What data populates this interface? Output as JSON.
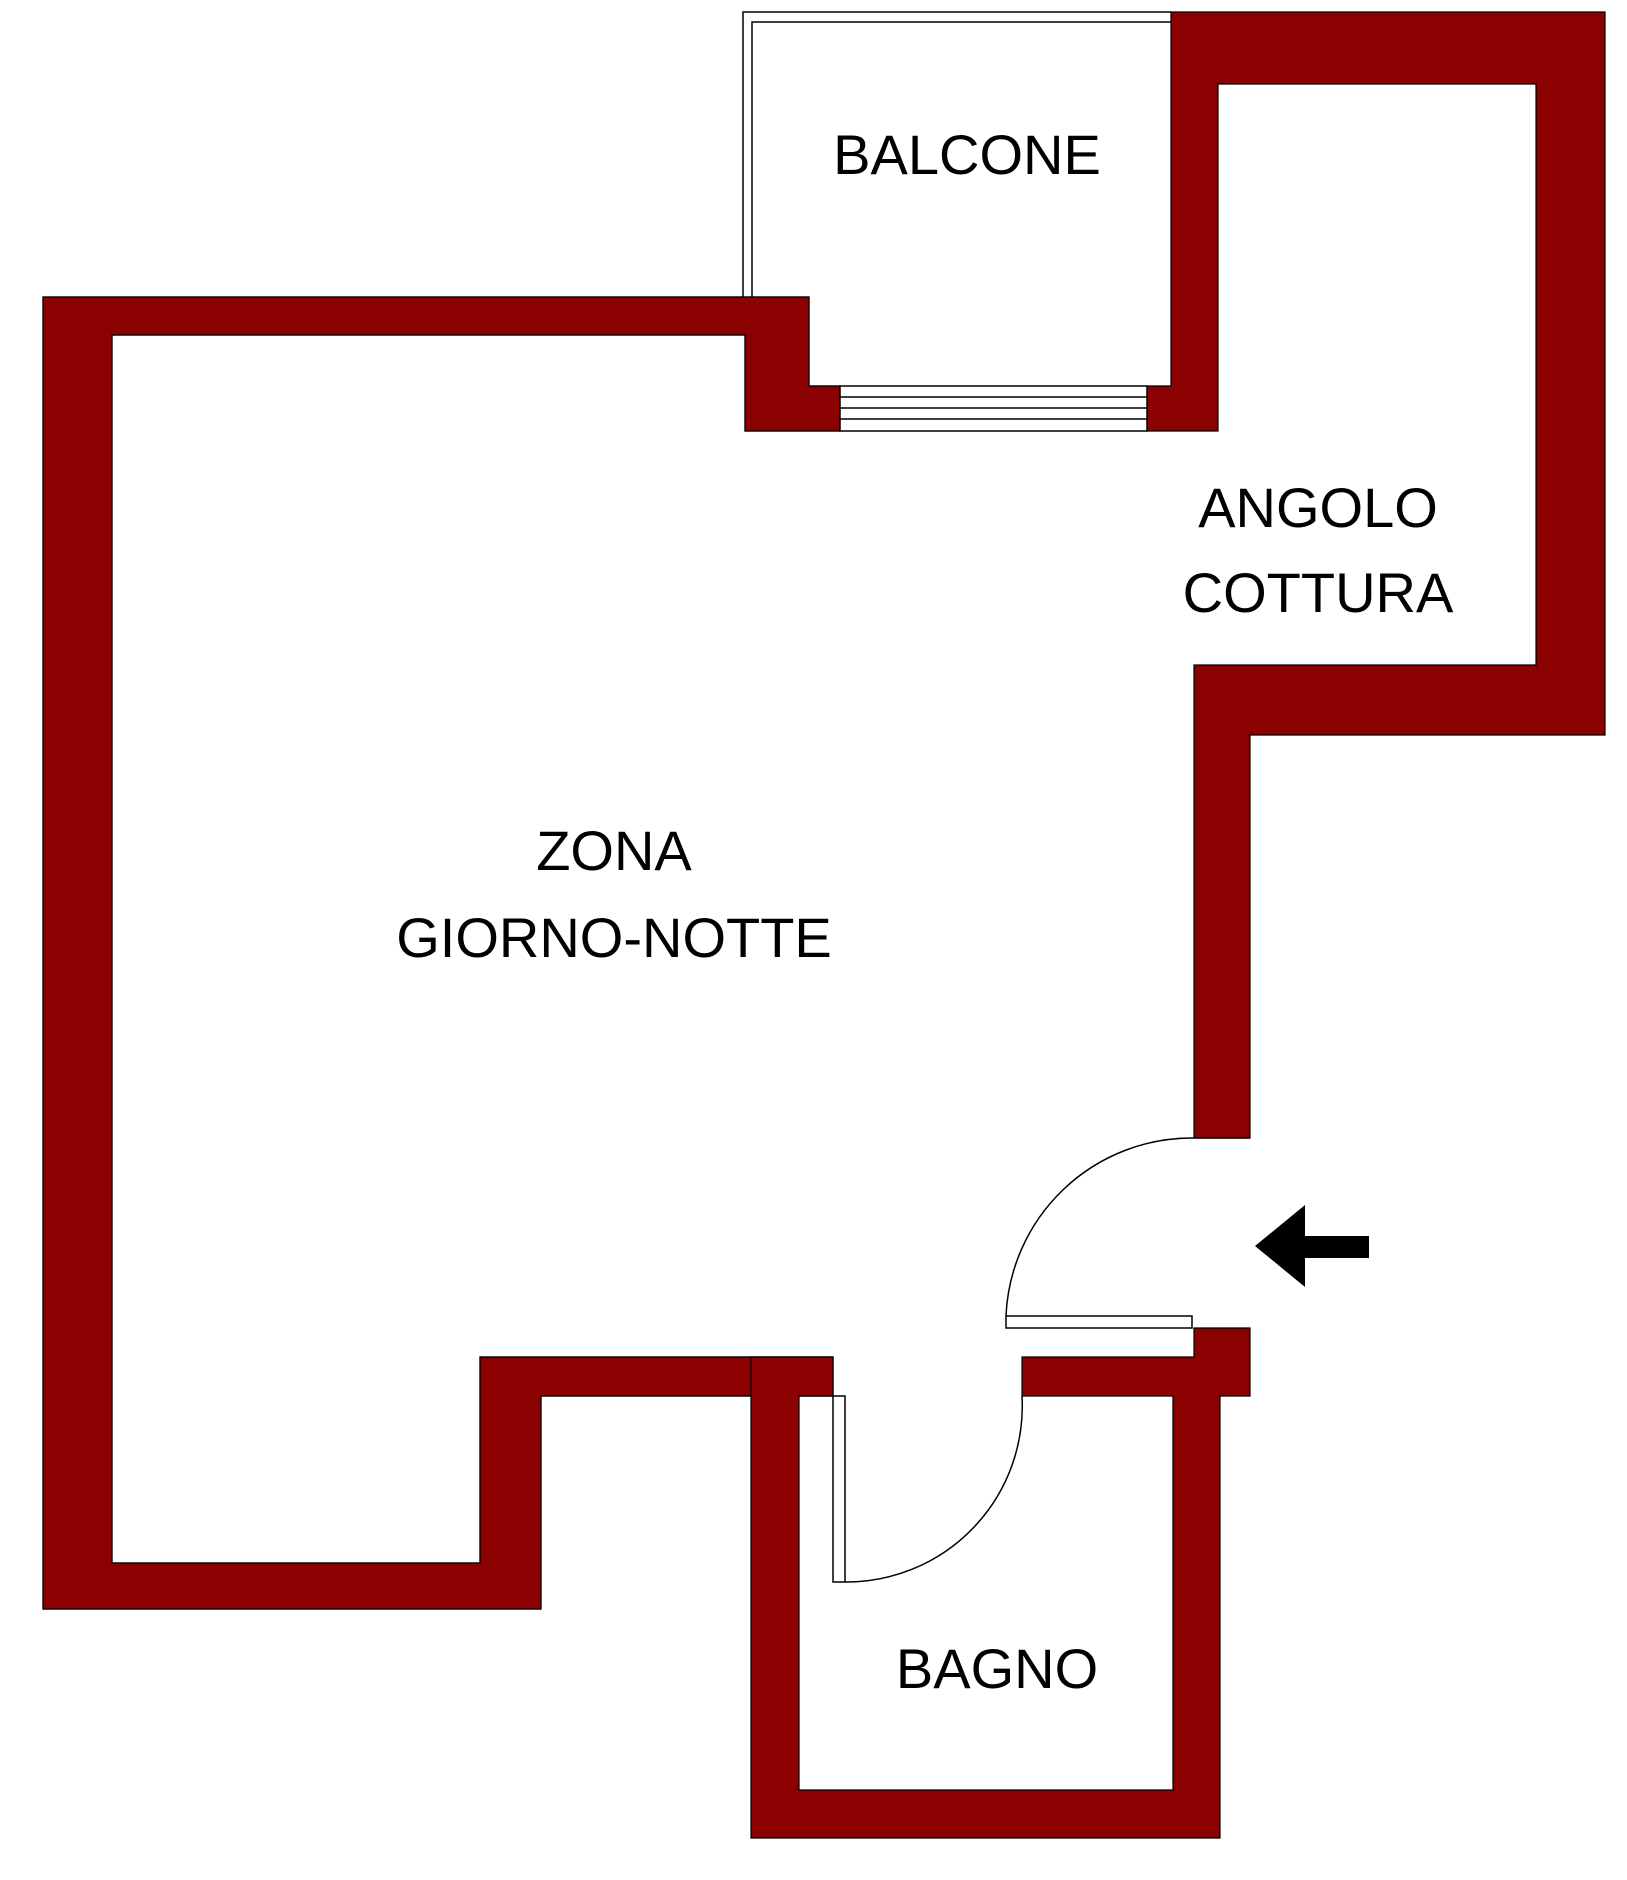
{
  "plan": {
    "wall_color": "#8b0000",
    "rooms": {
      "balcone": {
        "line1": "BALCONE"
      },
      "angolo_cottura": {
        "line1": "ANGOLO",
        "line2": "COTTURA"
      },
      "zona": {
        "line1": "ZONA",
        "line2": "GIORNO-NOTTE"
      },
      "bagno": {
        "line1": "BAGNO"
      }
    },
    "entrance": {
      "icon": "arrow-left-icon"
    }
  }
}
